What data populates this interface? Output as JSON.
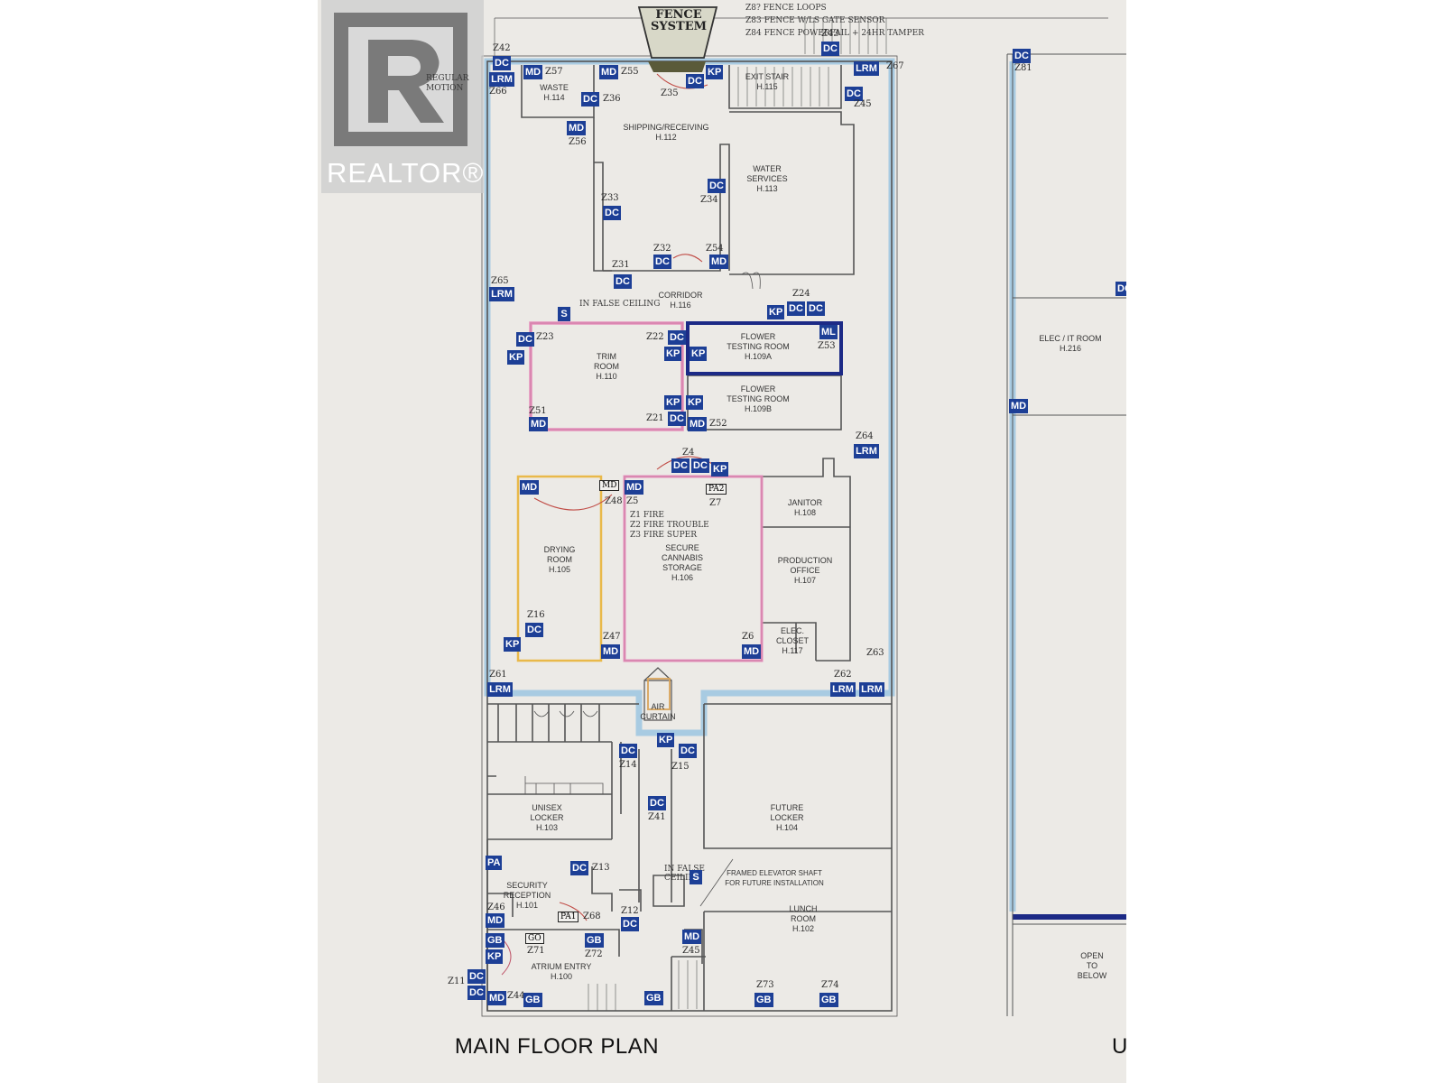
{
  "branding": {
    "watermark": "REALTOR®"
  },
  "fence": {
    "label": "FENCE SYSTEM",
    "notes": [
      "Z8? FENCE LOOPS",
      "Z83 FENCE W/LS GATE SENSOR",
      "Z84 FENCE POWERFAIL + 24HR TAMPER"
    ],
    "zone_z43": "Z43"
  },
  "handwriting": {
    "regular_motion": "REGULAR MOTION",
    "in_false_ceiling_1": "IN FALSE CEILING",
    "in_false_ceiling_2": "IN FALSE CEILING",
    "fire_notes": [
      "Z1 FIRE",
      "Z2 FIRE TROUBLE",
      "Z3 FIRE SUPER"
    ]
  },
  "rooms": {
    "waste": [
      "WASTE",
      "H.114"
    ],
    "shipping": [
      "SHIPPING/RECEIVING",
      "H.112"
    ],
    "exit_stair": [
      "EXIT STAIR",
      "H.115"
    ],
    "water": [
      "WATER",
      "SERVICES",
      "H.113"
    ],
    "corridor": [
      "CORRIDOR",
      "H.116"
    ],
    "trim": [
      "TRIM",
      "ROOM",
      "H.110"
    ],
    "flower_a": [
      "FLOWER",
      "TESTING ROOM",
      "H.109A"
    ],
    "flower_b": [
      "FLOWER",
      "TESTING ROOM",
      "H.109B"
    ],
    "elec_it": [
      "ELEC / IT ROOM",
      "H.216"
    ],
    "janitor": [
      "JANITOR",
      "H.108"
    ],
    "drying": [
      "DRYING",
      "ROOM",
      "H.105"
    ],
    "storage": [
      "SECURE",
      "CANNABIS",
      "STORAGE",
      "H.106"
    ],
    "production": [
      "PRODUCTION",
      "OFFICE",
      "H.107"
    ],
    "elec_closet": [
      "ELEC.",
      "CLOSET",
      "H.117"
    ],
    "air_curtain": [
      "AIR",
      "CURTAIN"
    ],
    "unisex": [
      "UNISEX",
      "LOCKER",
      "H.103"
    ],
    "future": [
      "FUTURE",
      "LOCKER",
      "H.104"
    ],
    "elevator_note": [
      "FRAMED ELEVATOR SHAFT",
      "FOR FUTURE INSTALLATION"
    ],
    "security": [
      "SECURITY",
      "RECEPTION",
      "H.101"
    ],
    "lunch": [
      "LUNCH",
      "ROOM",
      "H.102"
    ],
    "atrium": [
      "ATRIUM ENTRY",
      "H.100"
    ],
    "open_below": [
      "OPEN",
      "TO",
      "BELOW"
    ]
  },
  "devices": {
    "dc": "DC",
    "md": "MD",
    "kp": "KP",
    "lrm": "LRM",
    "ml": "ML",
    "gb": "GB",
    "pa": "PA",
    "s": "S",
    "pa1": "PA1",
    "pa2": "PA2",
    "go": "GO"
  },
  "zones": {
    "z42": "Z42",
    "z57": "Z57",
    "z55": "Z55",
    "z67": "Z67",
    "z66": "Z66",
    "z36": "Z36",
    "z35": "Z35",
    "z45": "Z45",
    "z56": "Z56",
    "z33": "Z33",
    "z34": "Z34",
    "z32": "Z32",
    "z54": "Z54",
    "z31": "Z31",
    "z65": "Z65",
    "z24": "Z24",
    "z23": "Z23",
    "z22": "Z22",
    "z53": "Z53",
    "z51": "Z51",
    "z21": "Z21",
    "z52": "Z52",
    "z64": "Z64",
    "z4": "Z4",
    "z48": "Z48",
    "z5": "Z5",
    "z7": "Z7",
    "z16": "Z16",
    "z47": "Z47",
    "z6": "Z6",
    "z63": "Z63",
    "z61": "Z61",
    "z62": "Z62",
    "z14": "Z14",
    "z15": "Z15",
    "z41": "Z41",
    "z13": "Z13",
    "z12": "Z12",
    "z46": "Z46",
    "z68": "Z68",
    "z71": "Z71",
    "z72": "Z72",
    "z45b": "Z45",
    "z11": "Z11",
    "z44": "Z44",
    "z73": "Z73",
    "z74": "Z74",
    "z81": "Z81"
  },
  "titles": {
    "main": "MAIN FLOOR PLAN",
    "upper_partial": "U"
  },
  "colors": {
    "tag_blue": "#1d3f96",
    "wall_blue_highlight": "#9cc6e0",
    "pink_highlight": "#e58ab8",
    "yellow_highlight": "#e9b94a",
    "navy_highlight": "#1c2a86",
    "paper": "#eceae6"
  }
}
